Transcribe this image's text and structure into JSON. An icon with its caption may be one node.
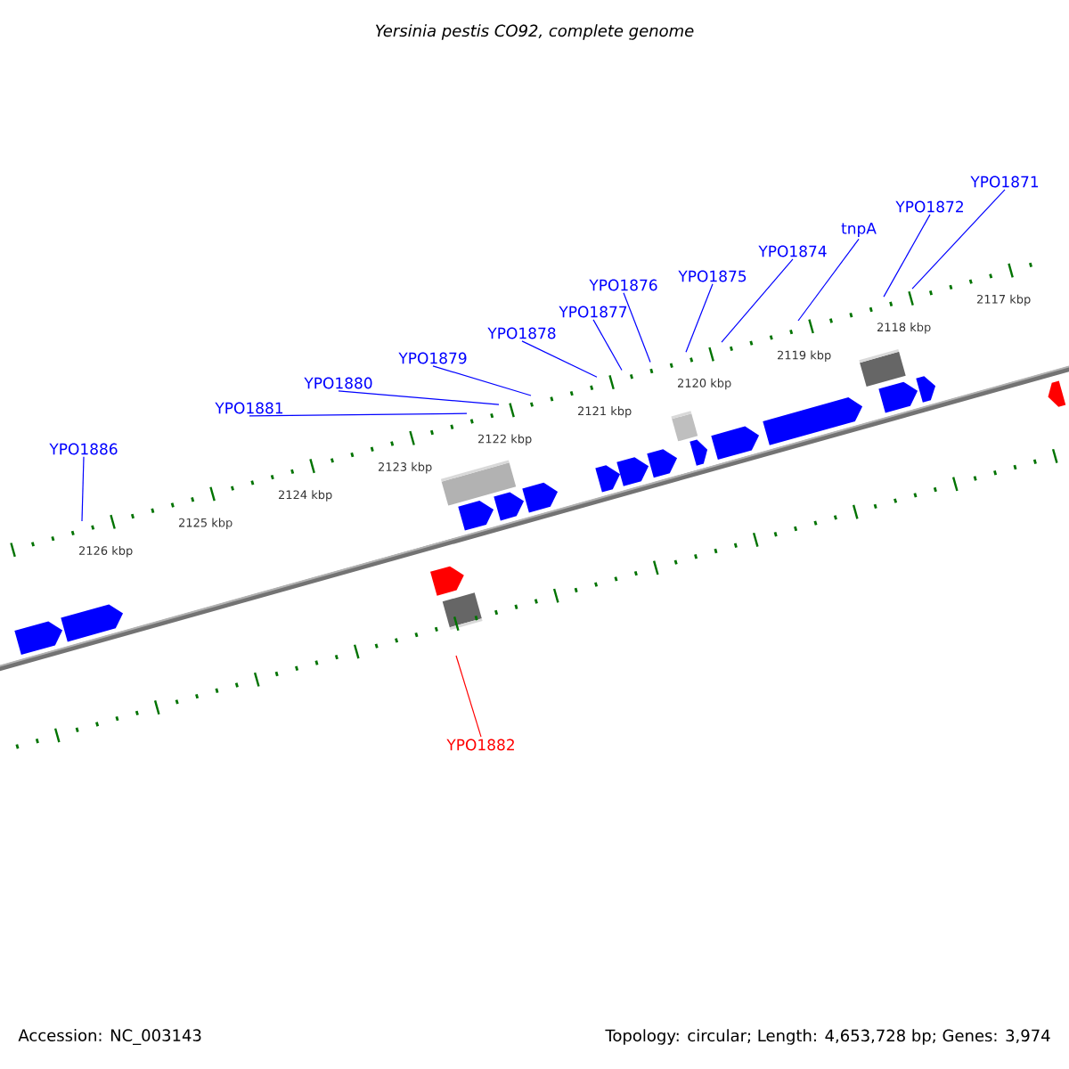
{
  "diagram": {
    "title": "Yersinia pestis CO92, complete genome",
    "nodes": [
      {
        "text": [
          "YPO1886"
        ]
      },
      {
        "text": [
          "YPO1881"
        ]
      },
      {
        "text": [
          "YPO1880"
        ]
      },
      {
        "text": [
          "YPO1879"
        ]
      },
      {
        "text": [
          "YPO1878"
        ]
      },
      {
        "text": [
          "YPO1877"
        ]
      },
      {
        "text": [
          "YPO1876"
        ]
      },
      {
        "text": [
          "YPO1875"
        ]
      },
      {
        "text": [
          "YPO1874"
        ]
      },
      {
        "text": [
          "tnpA"
        ]
      },
      {
        "text": [
          "YPO1872"
        ]
      },
      {
        "text": [
          "YPO1871"
        ]
      },
      {
        "text": [
          "YPO1882"
        ]
      }
    ],
    "edges": [
      {
        "from": 0,
        "to": null,
        "arrow": "none"
      },
      {
        "from": 1,
        "to": null,
        "arrow": "none"
      },
      {
        "from": 2,
        "to": null,
        "arrow": "none"
      },
      {
        "from": 3,
        "to": null,
        "arrow": "none"
      },
      {
        "from": 4,
        "to": null,
        "arrow": "none"
      },
      {
        "from": 5,
        "to": null,
        "arrow": "none"
      },
      {
        "from": 6,
        "to": null,
        "arrow": "none"
      },
      {
        "from": 7,
        "to": null,
        "arrow": "none"
      },
      {
        "from": 8,
        "to": null,
        "arrow": "none"
      },
      {
        "from": 9,
        "to": null,
        "arrow": "none"
      },
      {
        "from": 10,
        "to": null,
        "arrow": "none"
      },
      {
        "from": 11,
        "to": null,
        "arrow": "none"
      },
      {
        "from": 12,
        "to": null,
        "arrow": "none",
        "color": "#ff0000"
      }
    ],
    "labels": [
      "2126 kbp",
      "2125 kbp",
      "2124 kbp",
      "2123 kbp",
      "2122 kbp",
      "2121 kbp",
      "2120 kbp",
      "2119 kbp",
      "2118 kbp",
      "2117 kbp",
      "Accession: NC_003143",
      "Topology: circular; Length: 4,653,728 bp; Genes: 3,974"
    ]
  }
}
